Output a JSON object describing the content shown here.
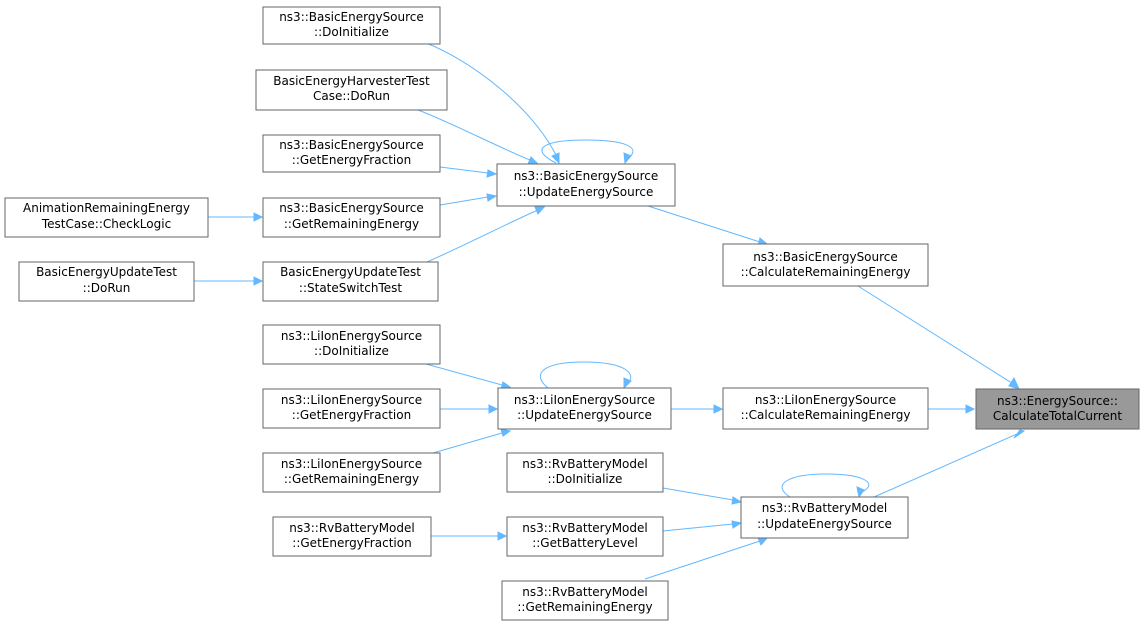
{
  "nodes": {
    "doinit_basic": {
      "line1": "ns3::BasicEnergySource",
      "line2": "::DoInitialize"
    },
    "harvester_dorun": {
      "line1": "BasicEnergyHarvesterTest",
      "line2": "Case::DoRun"
    },
    "getfrac_basic": {
      "line1": "ns3::BasicEnergySource",
      "line2": "::GetEnergyFraction"
    },
    "anim_checklogic": {
      "line1": "AnimationRemainingEnergy",
      "line2": "TestCase::CheckLogic"
    },
    "getrem_basic": {
      "line1": "ns3::BasicEnergySource",
      "line2": "::GetRemainingEnergy"
    },
    "update_test_dorun": {
      "line1": "BasicEnergyUpdateTest",
      "line2": "::DoRun"
    },
    "stateswitch": {
      "line1": "BasicEnergyUpdateTest",
      "line2": "::StateSwitchTest"
    },
    "update_basic": {
      "line1": "ns3::BasicEnergySource",
      "line2": "::UpdateEnergySource"
    },
    "calcrem_basic": {
      "line1": "ns3::BasicEnergySource",
      "line2": "::CalculateRemainingEnergy"
    },
    "doinit_liion": {
      "line1": "ns3::LiIonEnergySource",
      "line2": "::DoInitialize"
    },
    "getfrac_liion": {
      "line1": "ns3::LiIonEnergySource",
      "line2": "::GetEnergyFraction"
    },
    "getrem_liion": {
      "line1": "ns3::LiIonEnergySource",
      "line2": "::GetRemainingEnergy"
    },
    "update_liion": {
      "line1": "ns3::LiIonEnergySource",
      "line2": "::UpdateEnergySource"
    },
    "calcrem_liion": {
      "line1": "ns3::LiIonEnergySource",
      "line2": "::CalculateRemainingEnergy"
    },
    "target": {
      "line1": "ns3::EnergySource::",
      "line2": "CalculateTotalCurrent"
    },
    "doinit_rv": {
      "line1": "ns3::RvBatteryModel",
      "line2": "::DoInitialize"
    },
    "getfrac_rv": {
      "line1": "ns3::RvBatteryModel",
      "line2": "::GetEnergyFraction"
    },
    "getlevel_rv": {
      "line1": "ns3::RvBatteryModel",
      "line2": "::GetBatteryLevel"
    },
    "getrem_rv": {
      "line1": "ns3::RvBatteryModel",
      "line2": "::GetRemainingEnergy"
    },
    "update_rv": {
      "line1": "ns3::RvBatteryModel",
      "line2": "::UpdateEnergySource"
    }
  },
  "colors": {
    "edge": "#63b8ff",
    "node_border": "#666666",
    "target_fill": "#999999"
  }
}
